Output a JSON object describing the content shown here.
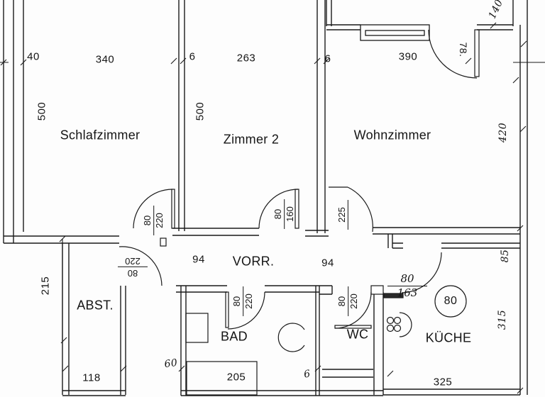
{
  "rooms": {
    "schlafzimmer": "Schlafzimmer",
    "zimmer2": "Zimmer 2",
    "wohnzimmer": "Wohnzimmer",
    "vorraum": "VORR.",
    "abstellraum": "ABST.",
    "bad": "BAD",
    "wc": "WC",
    "kueche": "KÜCHE"
  },
  "dims": {
    "wall_40": "40",
    "schlaf_width": "340",
    "wall_6_left": "6",
    "zimmer2_width": "263",
    "wall_6_right": "6",
    "wohn_width": "390",
    "schlaf_depth": "500",
    "zimmer2_depth": "500",
    "balkon_depth": "140",
    "wohn_depth": "420",
    "vorr_left": "94",
    "vorr_right": "94",
    "abst_depth": "215",
    "abst_width": "118",
    "niche": "60",
    "bad_width": "205",
    "wall_6_bottom": "6",
    "kueche_width": "325",
    "kueche_depth": "315",
    "kueche_corner": "85",
    "balkon_door": "78.",
    "kueche_circle": "80"
  },
  "doors": {
    "schlafzimmer": {
      "num": "80",
      "den": "220"
    },
    "abstellraum": {
      "num": "80",
      "den": "220"
    },
    "zimmer2": {
      "num": "80",
      "den": "160"
    },
    "wohnzimmer": {
      "num": "225",
      "den": ""
    },
    "bad": {
      "num": "80",
      "den": "220"
    },
    "wc": {
      "num": "80",
      "den": "220"
    },
    "kueche": {
      "num": "80",
      "den": "163"
    }
  },
  "colors": {
    "line": "#1a1a1a",
    "background": "#fdfdfd"
  }
}
